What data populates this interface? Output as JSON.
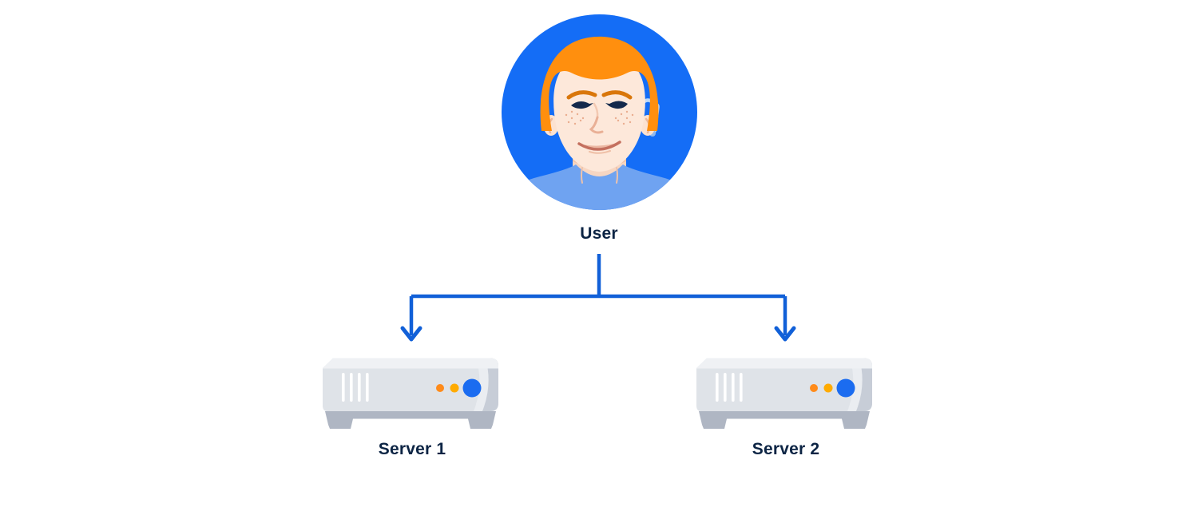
{
  "diagram": {
    "nodes": {
      "user": {
        "label": "User",
        "type": "person",
        "icon": "user-avatar-icon"
      },
      "server1": {
        "label": "Server 1",
        "type": "server",
        "icon": "server-icon"
      },
      "server2": {
        "label": "Server 2",
        "type": "server",
        "icon": "server-icon"
      }
    },
    "edges": [
      {
        "from": "User",
        "to": "Server 1",
        "arrow": "down"
      },
      {
        "from": "User",
        "to": "Server 2",
        "arrow": "down"
      }
    ],
    "colors": {
      "background": "#ffffff",
      "connector": "#1160d8",
      "label_text": "#0c2444",
      "avatar_background": "#146df6",
      "avatar_hair": "#ff8f0e",
      "avatar_skin": "#fde8da",
      "avatar_shirt": "#6fa3f1",
      "server_body": "#dfe3e8",
      "server_body_top": "#eff1f4",
      "server_cap": "#c7cdd7",
      "server_base": "#afb6c3",
      "server_vents": "#ffffff",
      "indicator_orange_1": "#ff8b1a",
      "indicator_orange_2": "#ffab00",
      "indicator_blue": "#1b6cf0"
    }
  }
}
